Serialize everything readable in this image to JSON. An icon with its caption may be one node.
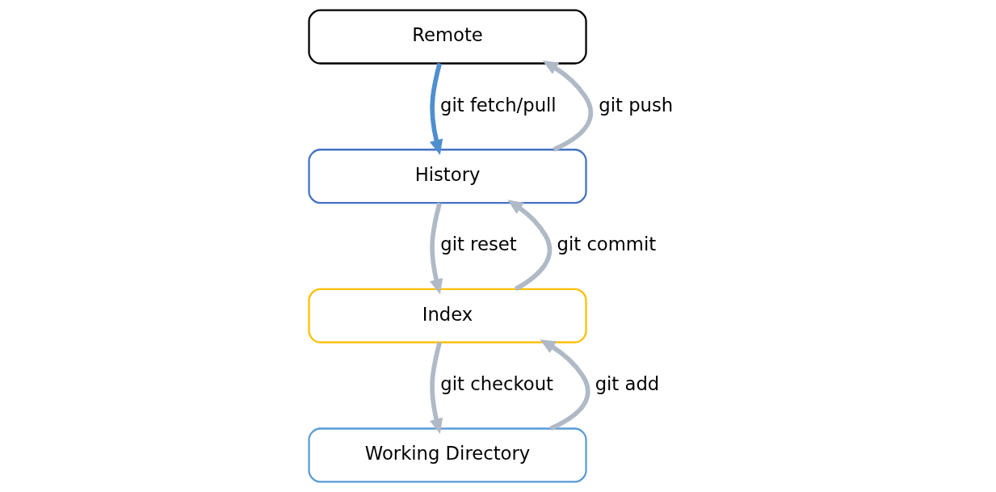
{
  "diagram": {
    "nodes": [
      {
        "text": [
          "Remote"
        ]
      },
      {
        "text": [
          "History"
        ]
      },
      {
        "text": [
          "Index"
        ]
      },
      {
        "text": [
          "Working Directory"
        ]
      }
    ],
    "edges": [
      {
        "from": 0,
        "to": 1,
        "arrow": "to",
        "label": "git fetch/pull",
        "color": "#4f8fd0"
      },
      {
        "from": 1,
        "to": 2,
        "arrow": "to",
        "label": "git reset"
      },
      {
        "from": 2,
        "to": 3,
        "arrow": "to",
        "label": "git checkout"
      },
      {
        "from": 3,
        "to": 2,
        "arrow": "to",
        "label": "git add"
      },
      {
        "from": 2,
        "to": 1,
        "arrow": "to",
        "label": "git commit"
      },
      {
        "from": 1,
        "to": 0,
        "arrow": "to",
        "label": "git push"
      }
    ]
  }
}
